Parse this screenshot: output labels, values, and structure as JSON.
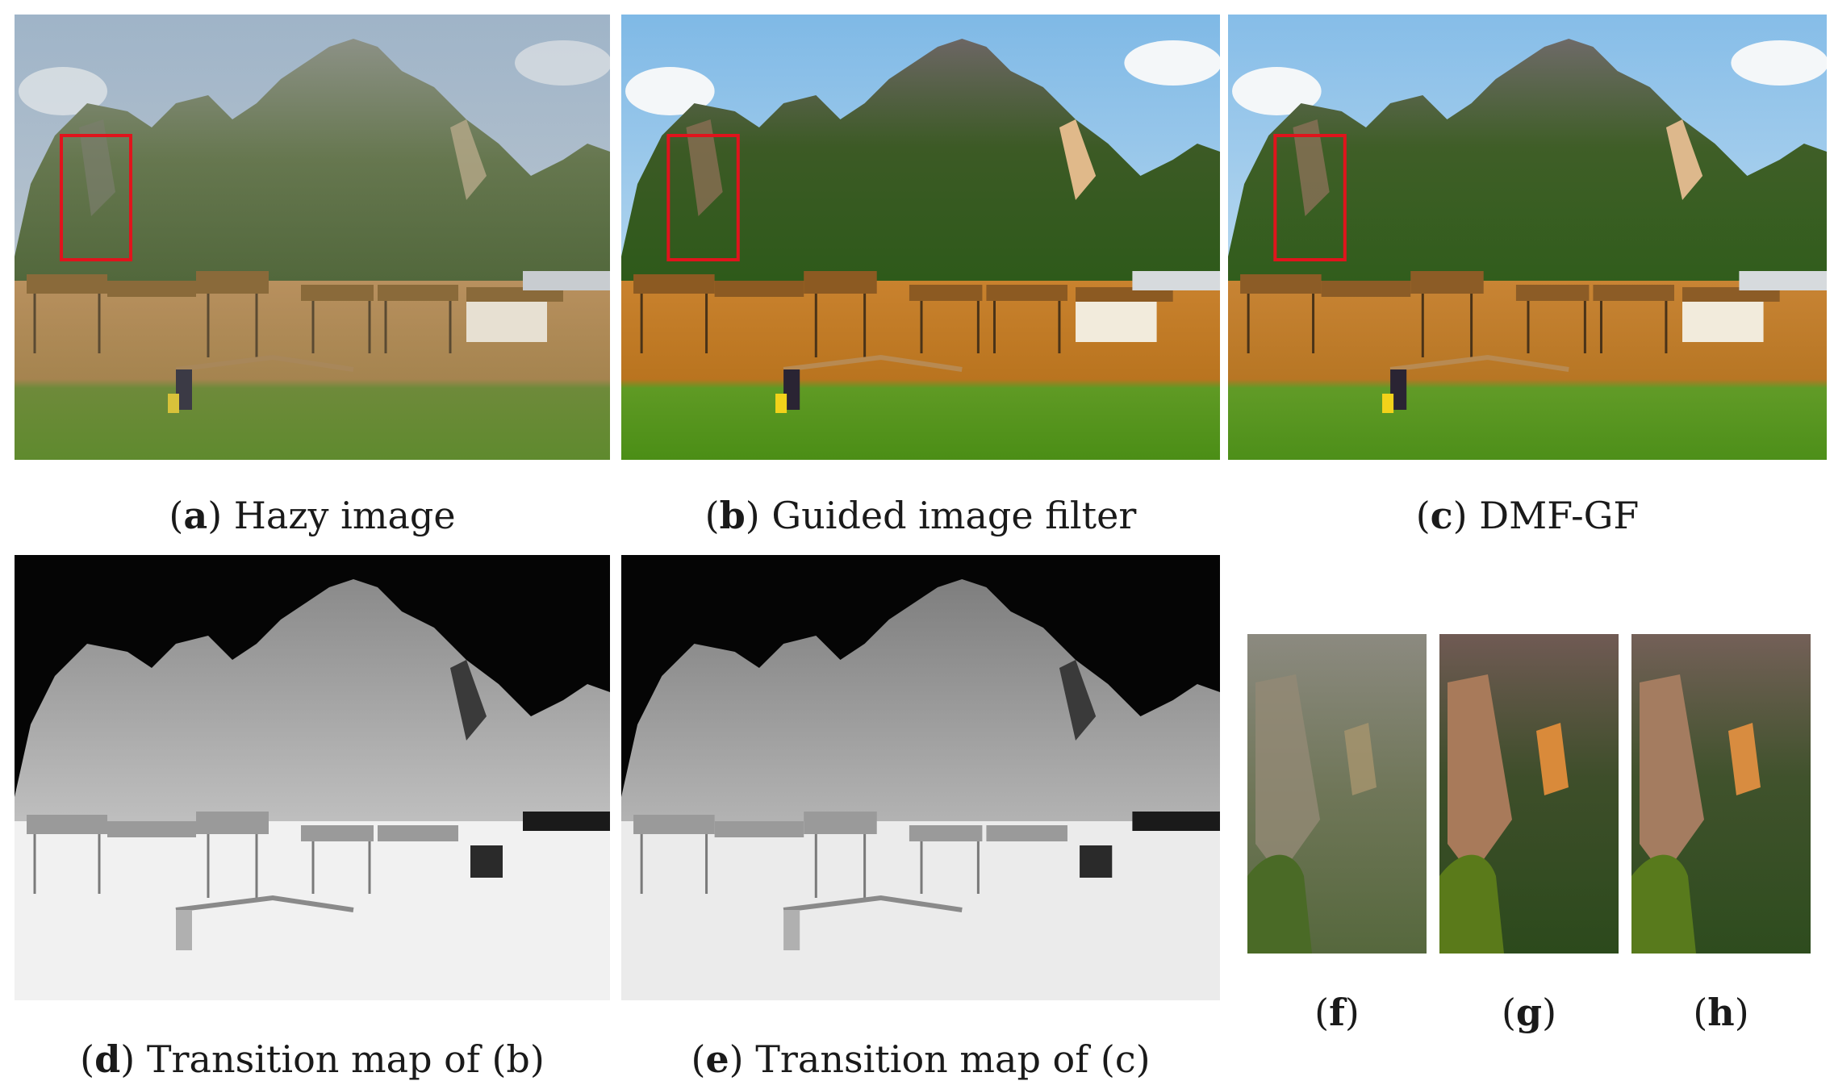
{
  "figure": {
    "panels": [
      {
        "id": "a",
        "letter": "a",
        "text": " Hazy image"
      },
      {
        "id": "b",
        "letter": "b",
        "text": " Guided image filter"
      },
      {
        "id": "c",
        "letter": "c",
        "text": " DMF-GF"
      },
      {
        "id": "d",
        "letter": "d",
        "text": " Transition map of (b)"
      },
      {
        "id": "e",
        "letter": "e",
        "text": " Transition map of (c)"
      },
      {
        "id": "f",
        "letter": "f",
        "text": ""
      },
      {
        "id": "g",
        "letter": "g",
        "text": ""
      },
      {
        "id": "h",
        "letter": "h",
        "text": ""
      }
    ]
  }
}
